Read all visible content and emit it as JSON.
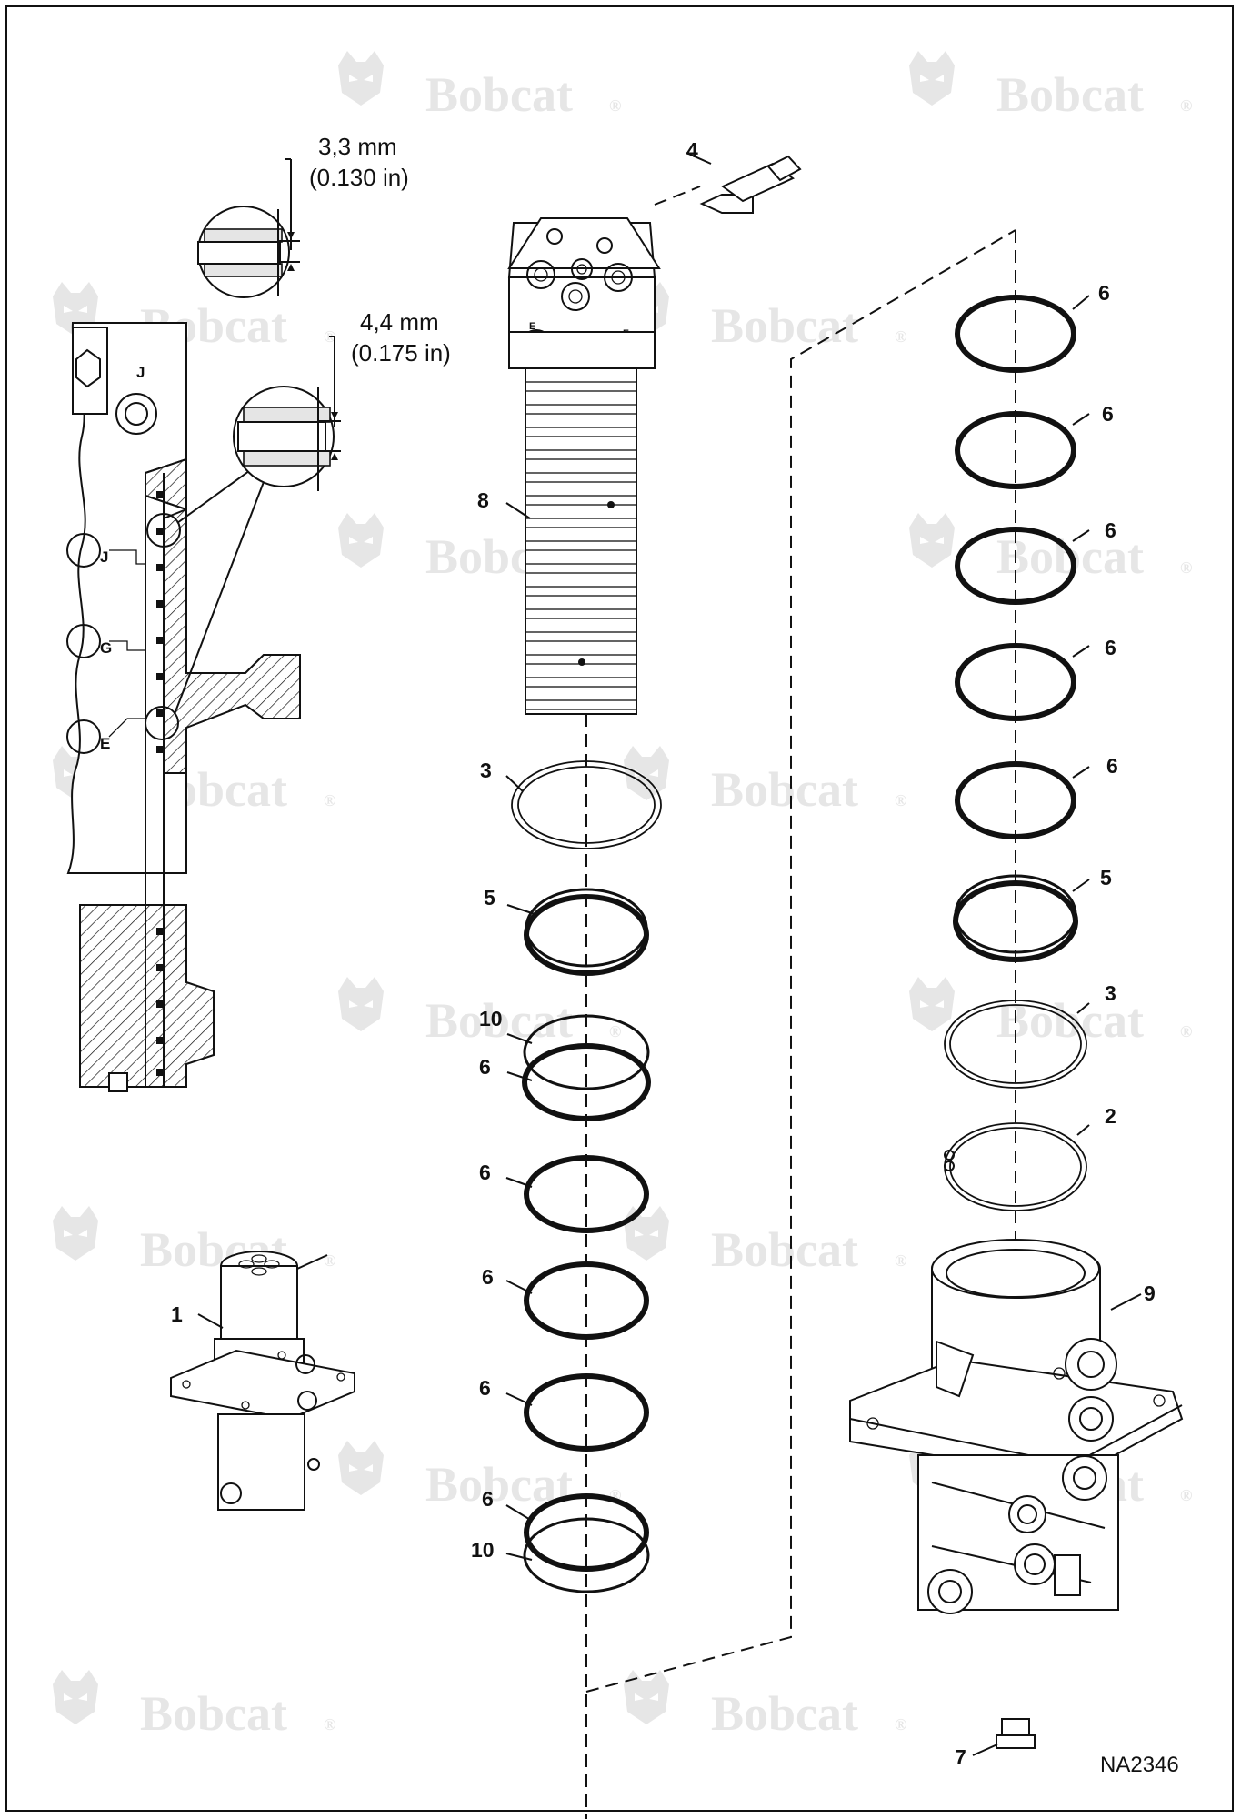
{
  "watermark": {
    "text": "Bobcat",
    "registered": "®"
  },
  "drawing_code": "NA2346",
  "dimensions": {
    "upper": {
      "metric": "3,3 mm",
      "imperial": "(0.130 in)"
    },
    "lower": {
      "metric": "4,4 mm",
      "imperial": "(0.175 in)"
    }
  },
  "port_letters": {
    "J": "J",
    "G": "G",
    "E": "E"
  },
  "callouts": {
    "c1": "1",
    "c2": "2",
    "c3_left": "3",
    "c3_right": "3",
    "c4": "4",
    "c5_left": "5",
    "c5_right": "5",
    "c6_r1": "6",
    "c6_r2": "6",
    "c6_r3": "6",
    "c6_r4": "6",
    "c6_r5": "6",
    "c6_l1": "6",
    "c6_l2": "6",
    "c6_l3": "6",
    "c6_l4": "6",
    "c6_l5": "6",
    "c7": "7",
    "c8": "8",
    "c9": "9",
    "c10_top": "10",
    "c10_bottom": "10"
  }
}
